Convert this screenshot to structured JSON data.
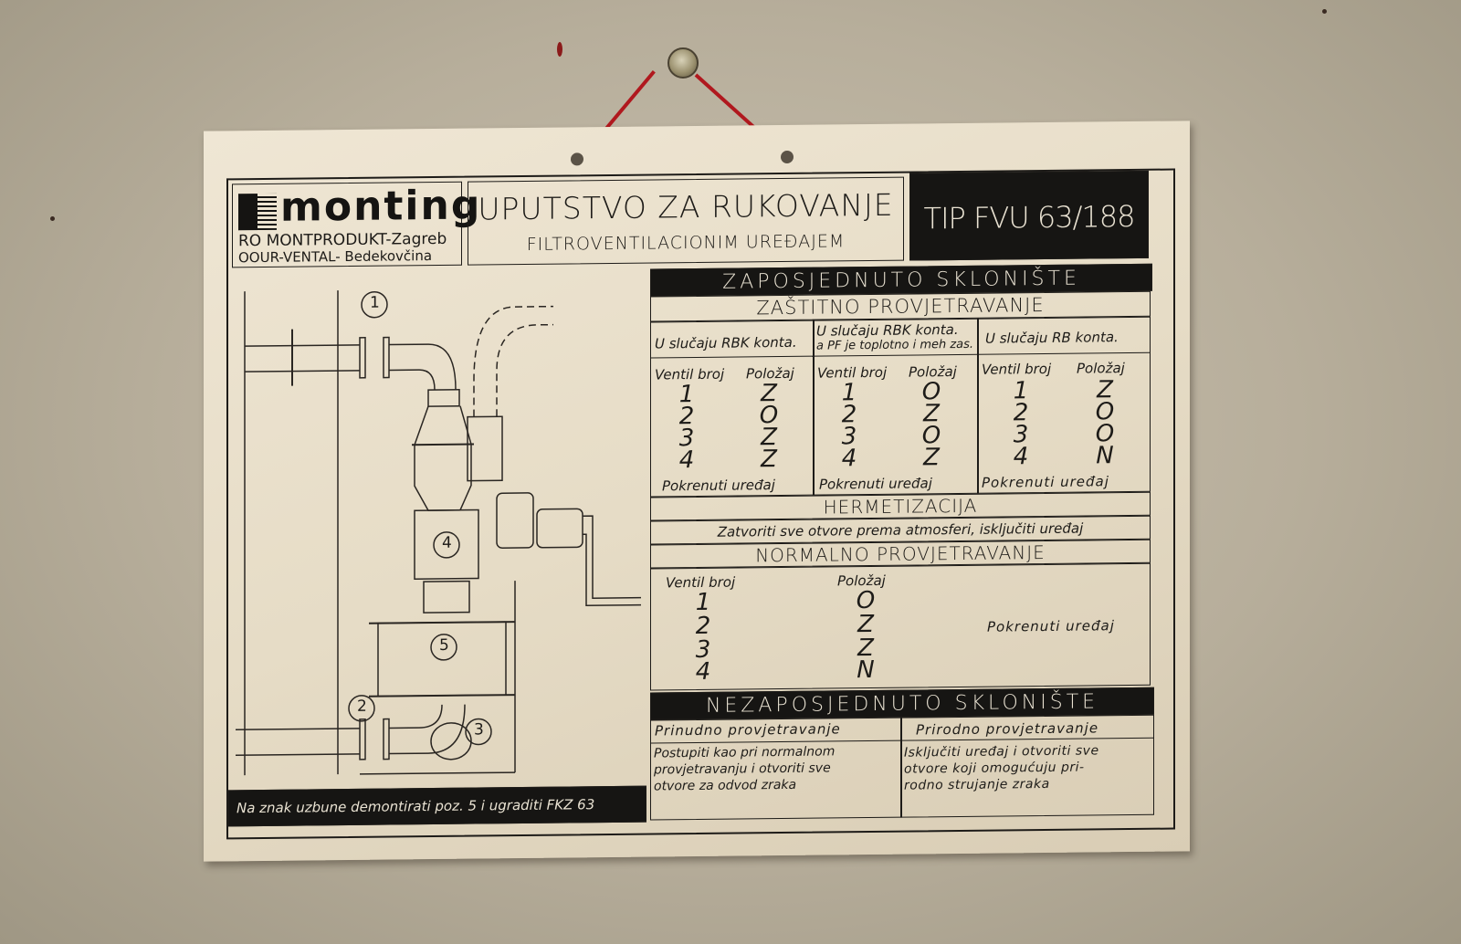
{
  "scene": "Wall-mounted instruction placard hung by a red string from a bolt",
  "header": {
    "logo": {
      "brand": "monting",
      "line1": "RO MONTPRODUKT-Zagreb",
      "line2": "OOUR-VENTAL- Bedekovčina"
    },
    "title": "UPUTSTVO ZA RUKOVANJE",
    "subtitle": "FILTROVENTILACIONIM UREĐAJEM",
    "type_label": "TIP FVU 63/188"
  },
  "diagram": {
    "labels": [
      "1",
      "2",
      "3",
      "4",
      "5"
    ],
    "footer_note": "Na znak uzbune demontirati poz. 5 i ugraditi FKZ 63"
  },
  "occupied_shelter": {
    "heading": "ZAPOSJEDNUTO SKLONIŠTE",
    "protective_ventilation": {
      "heading": "ZAŠTITNO PROVJETRAVANJE",
      "columns": [
        {
          "case": "U slučaju RBK konta.",
          "case_line2": "",
          "valve_header": "Ventil broj",
          "position_header": "Položaj",
          "rows": [
            [
              "1",
              "Z"
            ],
            [
              "2",
              "O"
            ],
            [
              "3",
              "Z"
            ],
            [
              "4",
              "Z"
            ]
          ],
          "action": "Pokrenuti uređaj"
        },
        {
          "case": "U slučaju RBK konta.",
          "case_line2": "a PF je toplotno i meh zas.",
          "valve_header": "Ventil broj",
          "position_header": "Položaj",
          "rows": [
            [
              "1",
              "O"
            ],
            [
              "2",
              "Z"
            ],
            [
              "3",
              "O"
            ],
            [
              "4",
              "Z"
            ]
          ],
          "action": "Pokrenuti uređaj"
        },
        {
          "case": "U slučaju RB konta.",
          "case_line2": "",
          "valve_header": "Ventil broj",
          "position_header": "Položaj",
          "rows": [
            [
              "1",
              "Z"
            ],
            [
              "2",
              "O"
            ],
            [
              "3",
              "O"
            ],
            [
              "4",
              "N"
            ]
          ],
          "action": "Pokrenuti uređaj"
        }
      ]
    },
    "sealing": {
      "heading": "HERMETIZACIJA",
      "instruction": "Zatvoriti sve otvore prema atmosferi, isključiti uređaj"
    },
    "normal_ventilation": {
      "heading": "NORMALNO PROVJETRAVANJE",
      "valve_header": "Ventil broj",
      "position_header": "Položaj",
      "rows": [
        [
          "1",
          "O"
        ],
        [
          "2",
          "Z"
        ],
        [
          "3",
          "Z"
        ],
        [
          "4",
          "N"
        ]
      ],
      "action": "Pokrenuti uređaj"
    }
  },
  "unoccupied_shelter": {
    "heading": "NEZAPOSJEDNUTO SKLONIŠTE",
    "forced": {
      "heading": "Prinudno provjetravanje",
      "text": [
        "Postupiti kao pri normalnom",
        "provjetravanju i otvoriti sve",
        "otvore za odvod zraka"
      ]
    },
    "natural": {
      "heading": "Prirodno provjetravanje",
      "text": [
        "Isključiti uređaj i otvoriti sve",
        "otvore koji omogućuju pri-",
        "rodno strujanje zraka"
      ]
    }
  },
  "colors": {
    "wall": "#c2b9a7",
    "placard": "#e8dfcb",
    "ink": "#1d1b18",
    "string": "#b0181e"
  }
}
